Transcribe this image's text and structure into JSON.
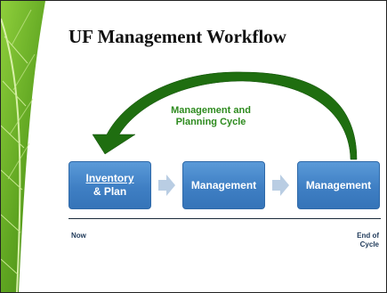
{
  "slide": {
    "title": "UF Management Workflow",
    "cycle_label": [
      "Management and",
      "Planning Cycle"
    ],
    "steps": [
      {
        "lines": [
          "Inventory",
          "& Plan"
        ]
      },
      {
        "lines": [
          "Management"
        ]
      },
      {
        "lines": [
          "Management"
        ]
      }
    ],
    "timeline": {
      "start_label": "Now",
      "end_label": [
        "End of",
        "Cycle"
      ]
    }
  },
  "colors": {
    "box_fill": "#3f7fc4",
    "box_text": "#ffffff",
    "cycle_arrow": "#1f6e10",
    "cycle_text": "#2e8b1f",
    "step_arrow": "#b9cde3",
    "leaf": "#6fb02a"
  },
  "icons": {
    "leaf_strip": "leaf-image",
    "cycle_arrow": "curved-return-arrow-icon",
    "step_arrow": "right-arrow-icon"
  }
}
